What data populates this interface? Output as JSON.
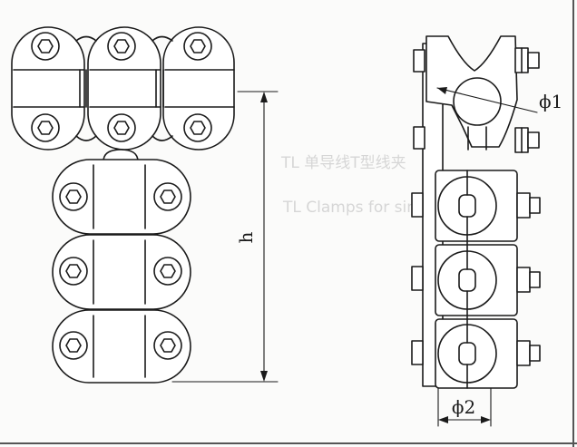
{
  "labels": {
    "height": "h",
    "diameter_1": "ϕ1",
    "diameter_2": "ϕ2"
  },
  "watermark": {
    "line_1": "TL 单导线T型线夹",
    "line_2": "TL Clamps for single conductor"
  },
  "colors": {
    "line": "#1a1a1a",
    "paper": "#fbfbfa",
    "watermark": "#d6d6d6"
  }
}
